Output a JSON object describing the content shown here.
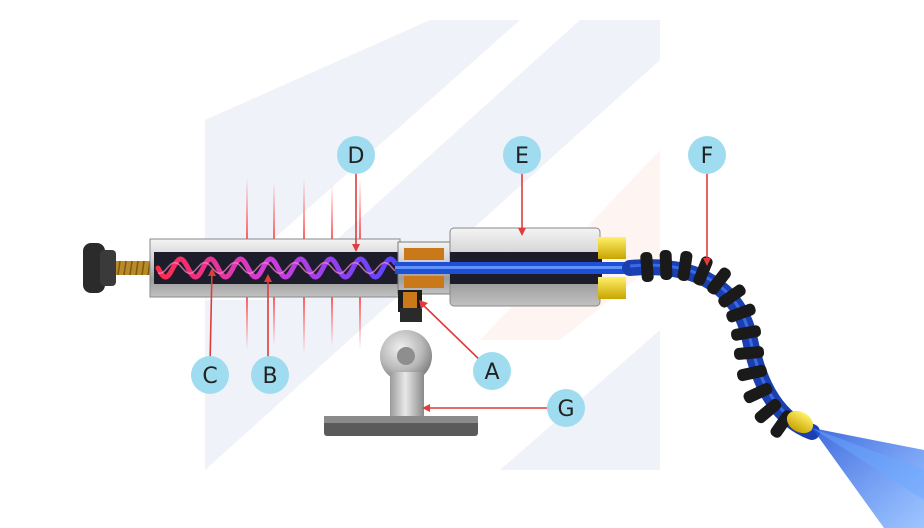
{
  "labels": {
    "A": "A",
    "B": "B",
    "C": "C",
    "D": "D",
    "E": "E",
    "F": "F",
    "G": "G"
  },
  "colors": {
    "label_circle": "#9fdcf0",
    "pointer_line": "#e03c3c",
    "hot_vortex": "#ff2a4a",
    "cold_vortex": "#7a3cff",
    "cold_stream": "#1f4fd6",
    "brass": "#c9781a",
    "hose": "#1a3fb0",
    "hose_joint": "#222222",
    "muffler_cap": "#e6c100",
    "steel": "#c8c8c8",
    "background_mark": "#dde3f2"
  }
}
